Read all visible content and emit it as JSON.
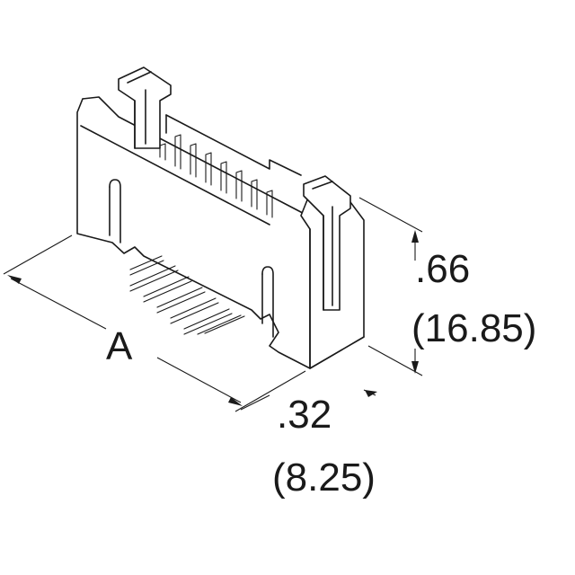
{
  "dimensions": {
    "width_label": "A",
    "height_in": ".66",
    "height_mm": "(16.85)",
    "depth_in": ".32",
    "depth_mm": "(8.25)"
  }
}
